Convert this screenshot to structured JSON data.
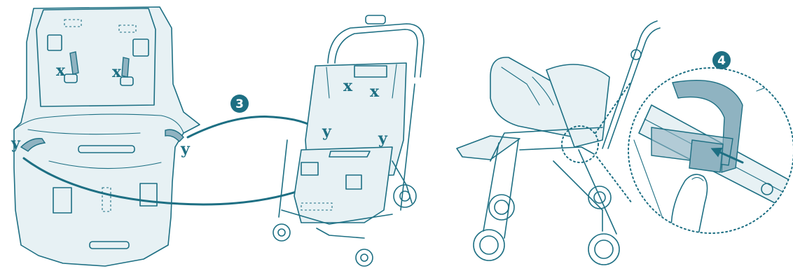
{
  "colors": {
    "accent": "#1d6f83",
    "fill_light": "#e7f1f4",
    "fill_mid": "#c9dde4",
    "strap": "#8fb3c1"
  },
  "steps": {
    "step3": "3",
    "step4": "4"
  },
  "letters": {
    "x": "x",
    "y": "y"
  }
}
